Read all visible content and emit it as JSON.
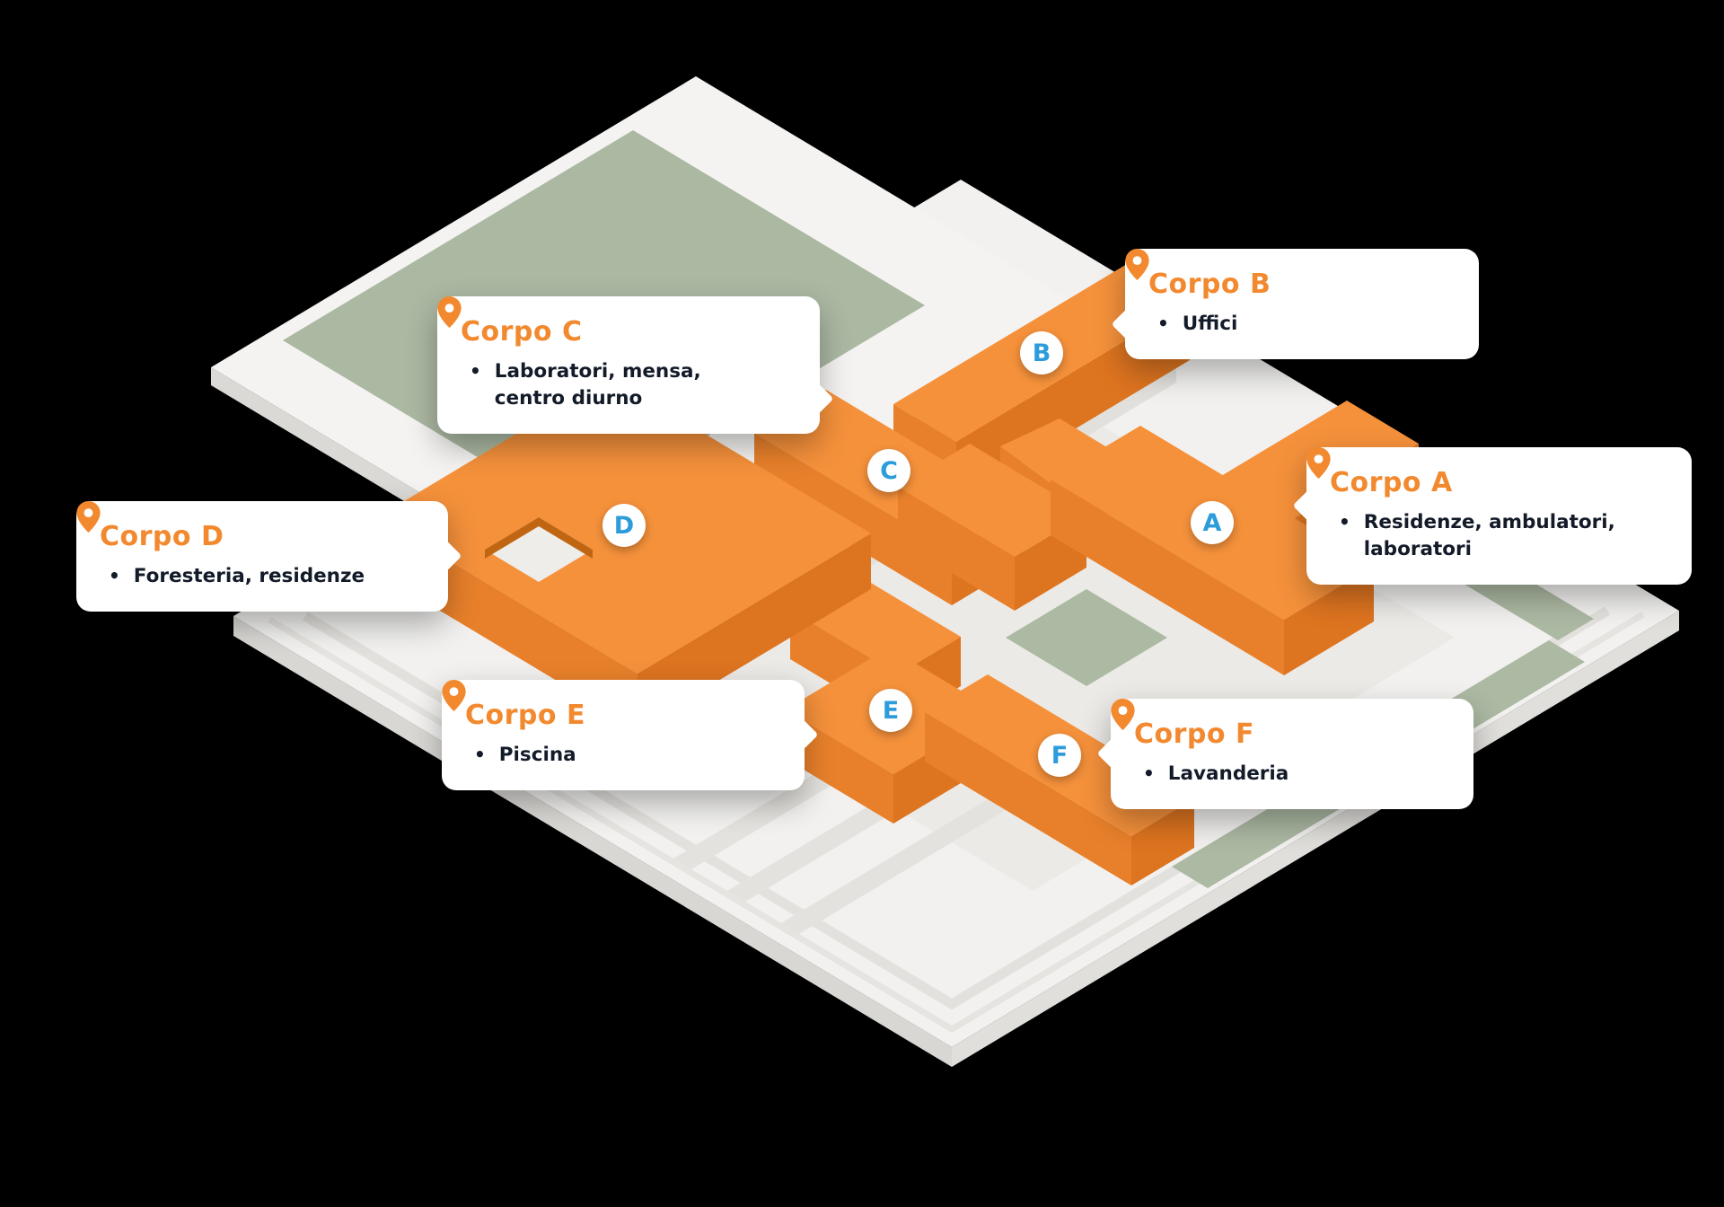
{
  "scene": {
    "background_color": "#000000",
    "plate_color": "#F2F1EF",
    "green_color": "#ACB9A3",
    "building_top_color": "#F5913B",
    "building_side_left_color": "#E8802B",
    "building_side_right_color": "#DD7420",
    "badge_letter_color": "#2D9CDB",
    "accent_color": "#F2892F"
  },
  "corpi": [
    {
      "letter": "A",
      "title": "Corpo A",
      "bullet": "•",
      "description": "Residenze, ambulatori,\nlaboratori"
    },
    {
      "letter": "B",
      "title": "Corpo B",
      "bullet": "•",
      "description": "Uffici"
    },
    {
      "letter": "C",
      "title": "Corpo C",
      "bullet": "•",
      "description": "Laboratori, mensa,\ncentro diurno"
    },
    {
      "letter": "D",
      "title": "Corpo D",
      "bullet": "•",
      "description": "Foresteria, residenze"
    },
    {
      "letter": "E",
      "title": "Corpo E",
      "bullet": "•",
      "description": "Piscina"
    },
    {
      "letter": "F",
      "title": "Corpo F",
      "bullet": "•",
      "description": "Lavanderia"
    }
  ]
}
